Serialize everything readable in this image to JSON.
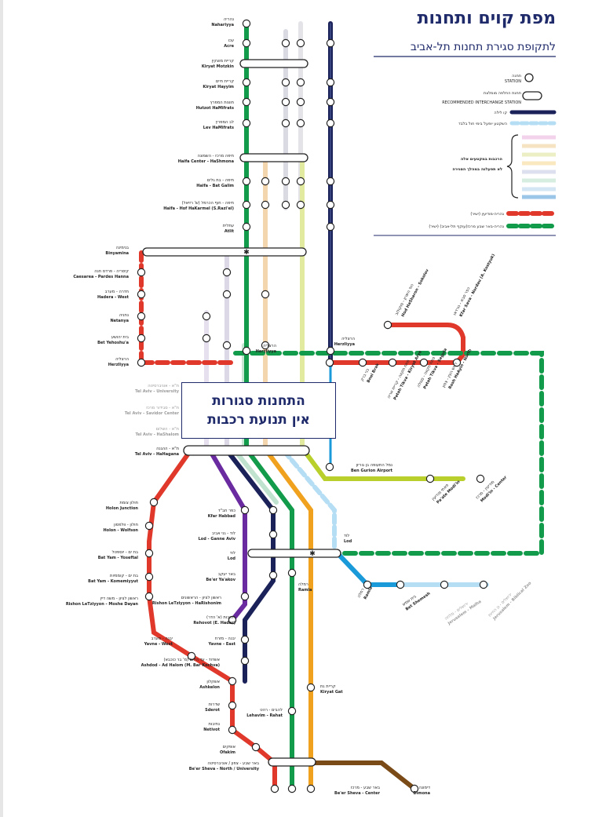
{
  "title": "מפת קוים ותחנות",
  "subtitle": "לתקופת סגירת תחנות תל-אביב",
  "closed_box": {
    "line1": "התחנות סגורות",
    "line2": "אין תנועת רכבות"
  },
  "legend": {
    "station_he": "תחנה",
    "station_en": "STATION",
    "interchange_he": "תחנת החלפה מומלצת",
    "interchange_en": "RECOMMENDED INTERCHANGE STATION",
    "night_line": "קו לילה",
    "weekday_only": "השקטע יופעל בימי חול בלבד",
    "trains_he_1": "הרכבות במקטעים אלה",
    "trains_he_2": "לא תפעלנה במהלך הסגירה",
    "red_dashed": "נהריה-מודיעין (ישיר)",
    "green_dashed": "נהריה-באר שבע מרכז(עוקף תל-אביב) (ישיר)"
  },
  "colors": {
    "green": "#129b4a",
    "navy": "#1b2259",
    "grey": "#cfcfd6",
    "beige": "#f3d6ad",
    "yellow_green": "#b9cf2c",
    "red": "#e0392b",
    "purple": "#6a2aa0",
    "mint": "#bfe3cf",
    "orange": "#f0a21f",
    "light_blue": "#9fd3ef",
    "blue": "#1a9ad8",
    "brown": "#7a4a17",
    "lavender": "#dcd3ea",
    "title": "#1f2a6b"
  },
  "stations": [
    {
      "he": "נהריה",
      "en": "Nahariyya"
    },
    {
      "he": "עכו",
      "en": "Acre"
    },
    {
      "he": "קריית מוצקין",
      "en": "Kiryat Motzkin"
    },
    {
      "he": "קריית חיים",
      "en": "Kiryat Hayyim"
    },
    {
      "he": "חוצות המפרץ",
      "en": "Hutzot HaMifrats"
    },
    {
      "he": "לב המפרץ",
      "en": "Lev HaMifrats"
    },
    {
      "he": "חיפה מרכז - השמונה",
      "en": "Haifa Center - HaShmona"
    },
    {
      "he": "חיפה - בת גלים",
      "en": "Haifa - Bat Galim"
    },
    {
      "he": "חיפה - חוף הכרמל (ש' רזיאל)",
      "en": "Haifa - Hof HaKarmel (S.Razi'el)"
    },
    {
      "he": "עתלית",
      "en": "Atlit"
    },
    {
      "he": "בנימינה",
      "en": "Binyamina"
    },
    {
      "he": "קיסריה - פרדס חנה",
      "en": "Caesarea - Pardes Hanna"
    },
    {
      "he": "חדרה - מערב",
      "en": "Hadera - West"
    },
    {
      "he": "נתניה",
      "en": "Netanya"
    },
    {
      "he": "בית יהושע",
      "en": "Bet Yehoshu'a"
    },
    {
      "he": "הרצליה",
      "en": "Herzliyya"
    },
    {
      "he": "הרצליה",
      "en": "Herzliyya"
    },
    {
      "he": "הרצליה",
      "en": "Herzliyya"
    },
    {
      "he": "ת\"א - אוניברסיטה",
      "en": "Tel Aviv - University"
    },
    {
      "he": "ת\"א - סבידור מרכז",
      "en": "Tel Aviv - Savidor Center"
    },
    {
      "he": "ת\"א - השלום",
      "en": "Tel Aviv - HaShalom"
    },
    {
      "he": "ת\"א - ההגנה",
      "en": "Tel Aviv - HaHagana"
    },
    {
      "he": "נמל התעופה בן גוריון",
      "en": "Ben Gurion Airport"
    },
    {
      "he": "חולון צומת",
      "en": "Holon Junction"
    },
    {
      "he": "חולון - וולפסון",
      "en": "Holon - Wolfson"
    },
    {
      "he": "בת ים - יוספטל",
      "en": "Bat Yam - Yoseftal"
    },
    {
      "he": "בת ים - קוממיות",
      "en": "Bat Yam - Komemiyyut"
    },
    {
      "he": "ראשון לציון - משה דיין",
      "en": "Rishon LeTziyyon - Moshe Dayan"
    },
    {
      "he": "כפר חב\"ד",
      "en": "Kfar Habbad"
    },
    {
      "he": "לוד - גני אביב",
      "en": "Lod - Ganne Aviv"
    },
    {
      "he": "לוד",
      "en": "Lod"
    },
    {
      "he": "לוד",
      "en": "Lod"
    },
    {
      "he": "באר יעקב",
      "en": "Be'er Ya'akov"
    },
    {
      "he": "ראשון לציון - הראשונים",
      "en": "Rishon LeTziyyon - HaRishonim"
    },
    {
      "he": "רמלה",
      "en": "Ramla"
    },
    {
      "he": "רחובות (א' הדר)",
      "en": "Rehovot (E. Hadar)"
    },
    {
      "he": "יבנה - מערב",
      "en": "Yavne - West"
    },
    {
      "he": "יבנה - מזרח",
      "en": "Yavne - East"
    },
    {
      "he": "אשדוד - עד הלום (מ' בר כוכבא)",
      "en": "Ashdod - Ad Halom (M. Bar Kochva)"
    },
    {
      "he": "אשקלון",
      "en": "Ashkelon"
    },
    {
      "he": "שדרות",
      "en": "Sderot"
    },
    {
      "he": "נתיבות",
      "en": "Netivot"
    },
    {
      "he": "אופקים",
      "en": "Ofakim"
    },
    {
      "he": "להבים - רהט",
      "en": "Lehavim - Rahat"
    },
    {
      "he": "קריית גת",
      "en": "Kiryat Gat"
    },
    {
      "he": "באר שבע - צפון / אוניברסיטה",
      "en": "Be'er Sheva - North / University"
    },
    {
      "he": "באר שבע - מרכז",
      "en": "Be'er Sheva - Center"
    },
    {
      "he": "דימונה",
      "en": "Dimona"
    },
    {
      "he": "כפר סבא - נורדאו",
      "en": "Kfar Sava - Nordau (A. Kostyuk)"
    },
    {
      "he": "הוד השרון - סוקולוב",
      "en": "Hod HaSharon - Sokolov"
    },
    {
      "he": "ראש העין - צפון",
      "en": "Rosh HaAyin - North"
    },
    {
      "he": "פתח תקווה - סגולה",
      "en": "Petah Tikva - Segula"
    },
    {
      "he": "פתח תקווה - קריית אריה",
      "en": "Petah Tikva - Kiryat Arye"
    },
    {
      "he": "בני ברק",
      "en": "Bnei Brak"
    },
    {
      "he": "פאתי מודיעין",
      "en": "Pa'ate Modi'in"
    },
    {
      "he": "מודיעין - מרכז",
      "en": "Modi'in - Center"
    },
    {
      "he": "רמלה",
      "en": "Ramla"
    },
    {
      "he": "בית שמש",
      "en": "Bet Shemesh"
    },
    {
      "he": "ירושלים - מלחה",
      "en": "Jerusalem - Malha"
    },
    {
      "he": "ירושלים - גן החיות",
      "en": "Jerusalem - Biblical Zoo"
    }
  ]
}
